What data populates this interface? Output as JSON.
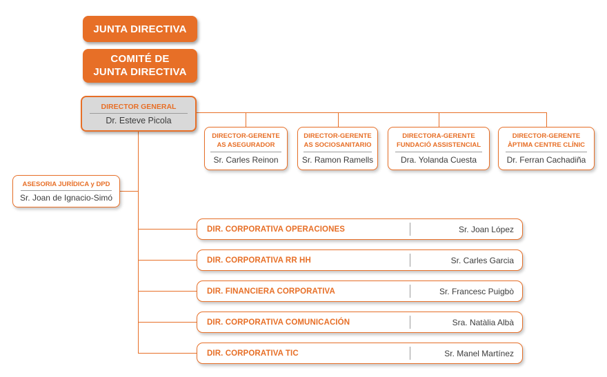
{
  "palette": {
    "brand": "#e76f27",
    "gray_fill": "#d9d9d9",
    "line_gray": "#9b9b9b",
    "text_dark": "#3b3b3b",
    "bg": "#ffffff"
  },
  "nodes": {
    "junta": {
      "title": "JUNTA DIRECTIVA"
    },
    "comite": {
      "line1": "COMITÉ DE",
      "line2": "JUNTA DIRECTIVA"
    },
    "director_general": {
      "title": "DIRECTOR GENERAL",
      "name": "Dr. Esteve Picola"
    },
    "asesoria": {
      "title": "ASESORIA JURÍDICA y DPD",
      "name": "Sr. Joan de Ignacio-Simó"
    }
  },
  "gerentes": [
    {
      "line1": "DIRECTOR-GERENTE",
      "line2": "AS ASEGURADOR",
      "name": "Sr. Carles Reinon"
    },
    {
      "line1": "DIRECTOR-GERENTE",
      "line2": "AS SOCIOSANITARIO",
      "name": "Sr. Ramon Ramells"
    },
    {
      "line1": "DIRECTORA-GERENTE",
      "line2": "FUNDACIÓ ASSISTENCIAL",
      "name": "Dra. Yolanda Cuesta"
    },
    {
      "line1": "DIRECTOR-GERENTE",
      "line2": "ÀPTIMA CENTRE CLÍNIC",
      "name": "Dr. Ferran Cachadiña"
    }
  ],
  "departments": [
    {
      "title": "DIR. CORPORATIVA OPERACIONES",
      "name": "Sr. Joan López"
    },
    {
      "title": "DIR. CORPORATIVA RR HH",
      "name": "Sr. Carles Garcia"
    },
    {
      "title": "DIR. FINANCIERA CORPORATIVA",
      "name": "Sr. Francesc Puigbò"
    },
    {
      "title": "DIR. CORPORATIVA COMUNICACIÓN",
      "name": "Sra. Natàlia Albà"
    },
    {
      "title": "DIR. CORPORATIVA TIC",
      "name": "Sr. Manel Martínez"
    }
  ]
}
